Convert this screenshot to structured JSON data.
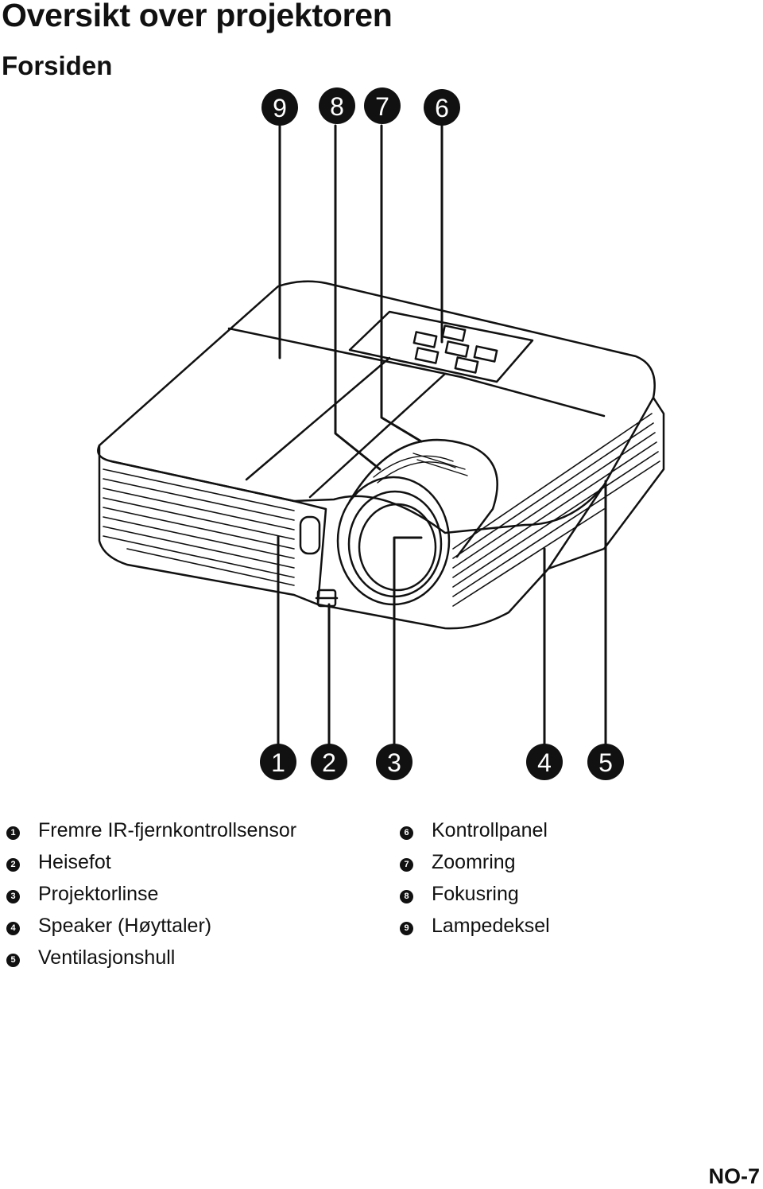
{
  "header": {
    "title": "Oversikt over projektoren",
    "section": "Forsiden"
  },
  "callouts": {
    "top": [
      "9",
      "8",
      "7",
      "6"
    ],
    "bottom": [
      "1",
      "2",
      "3",
      "4",
      "5"
    ]
  },
  "legend": {
    "left": [
      {
        "num": "1",
        "label": "Fremre IR-fjernkontrollsensor"
      },
      {
        "num": "2",
        "label": "Heisefot"
      },
      {
        "num": "3",
        "label": "Projektorlinse"
      },
      {
        "num": "4",
        "label": "Speaker (Høyttaler)"
      },
      {
        "num": "5",
        "label": "Ventilasjonshull"
      }
    ],
    "right": [
      {
        "num": "6",
        "label": "Kontrollpanel"
      },
      {
        "num": "7",
        "label": "Zoomring"
      },
      {
        "num": "8",
        "label": "Fokusring"
      },
      {
        "num": "9",
        "label": "Lampedeksel"
      }
    ]
  },
  "footer": {
    "page_number": "NO-7"
  },
  "colors": {
    "ink": "#111111",
    "paper": "#ffffff"
  }
}
